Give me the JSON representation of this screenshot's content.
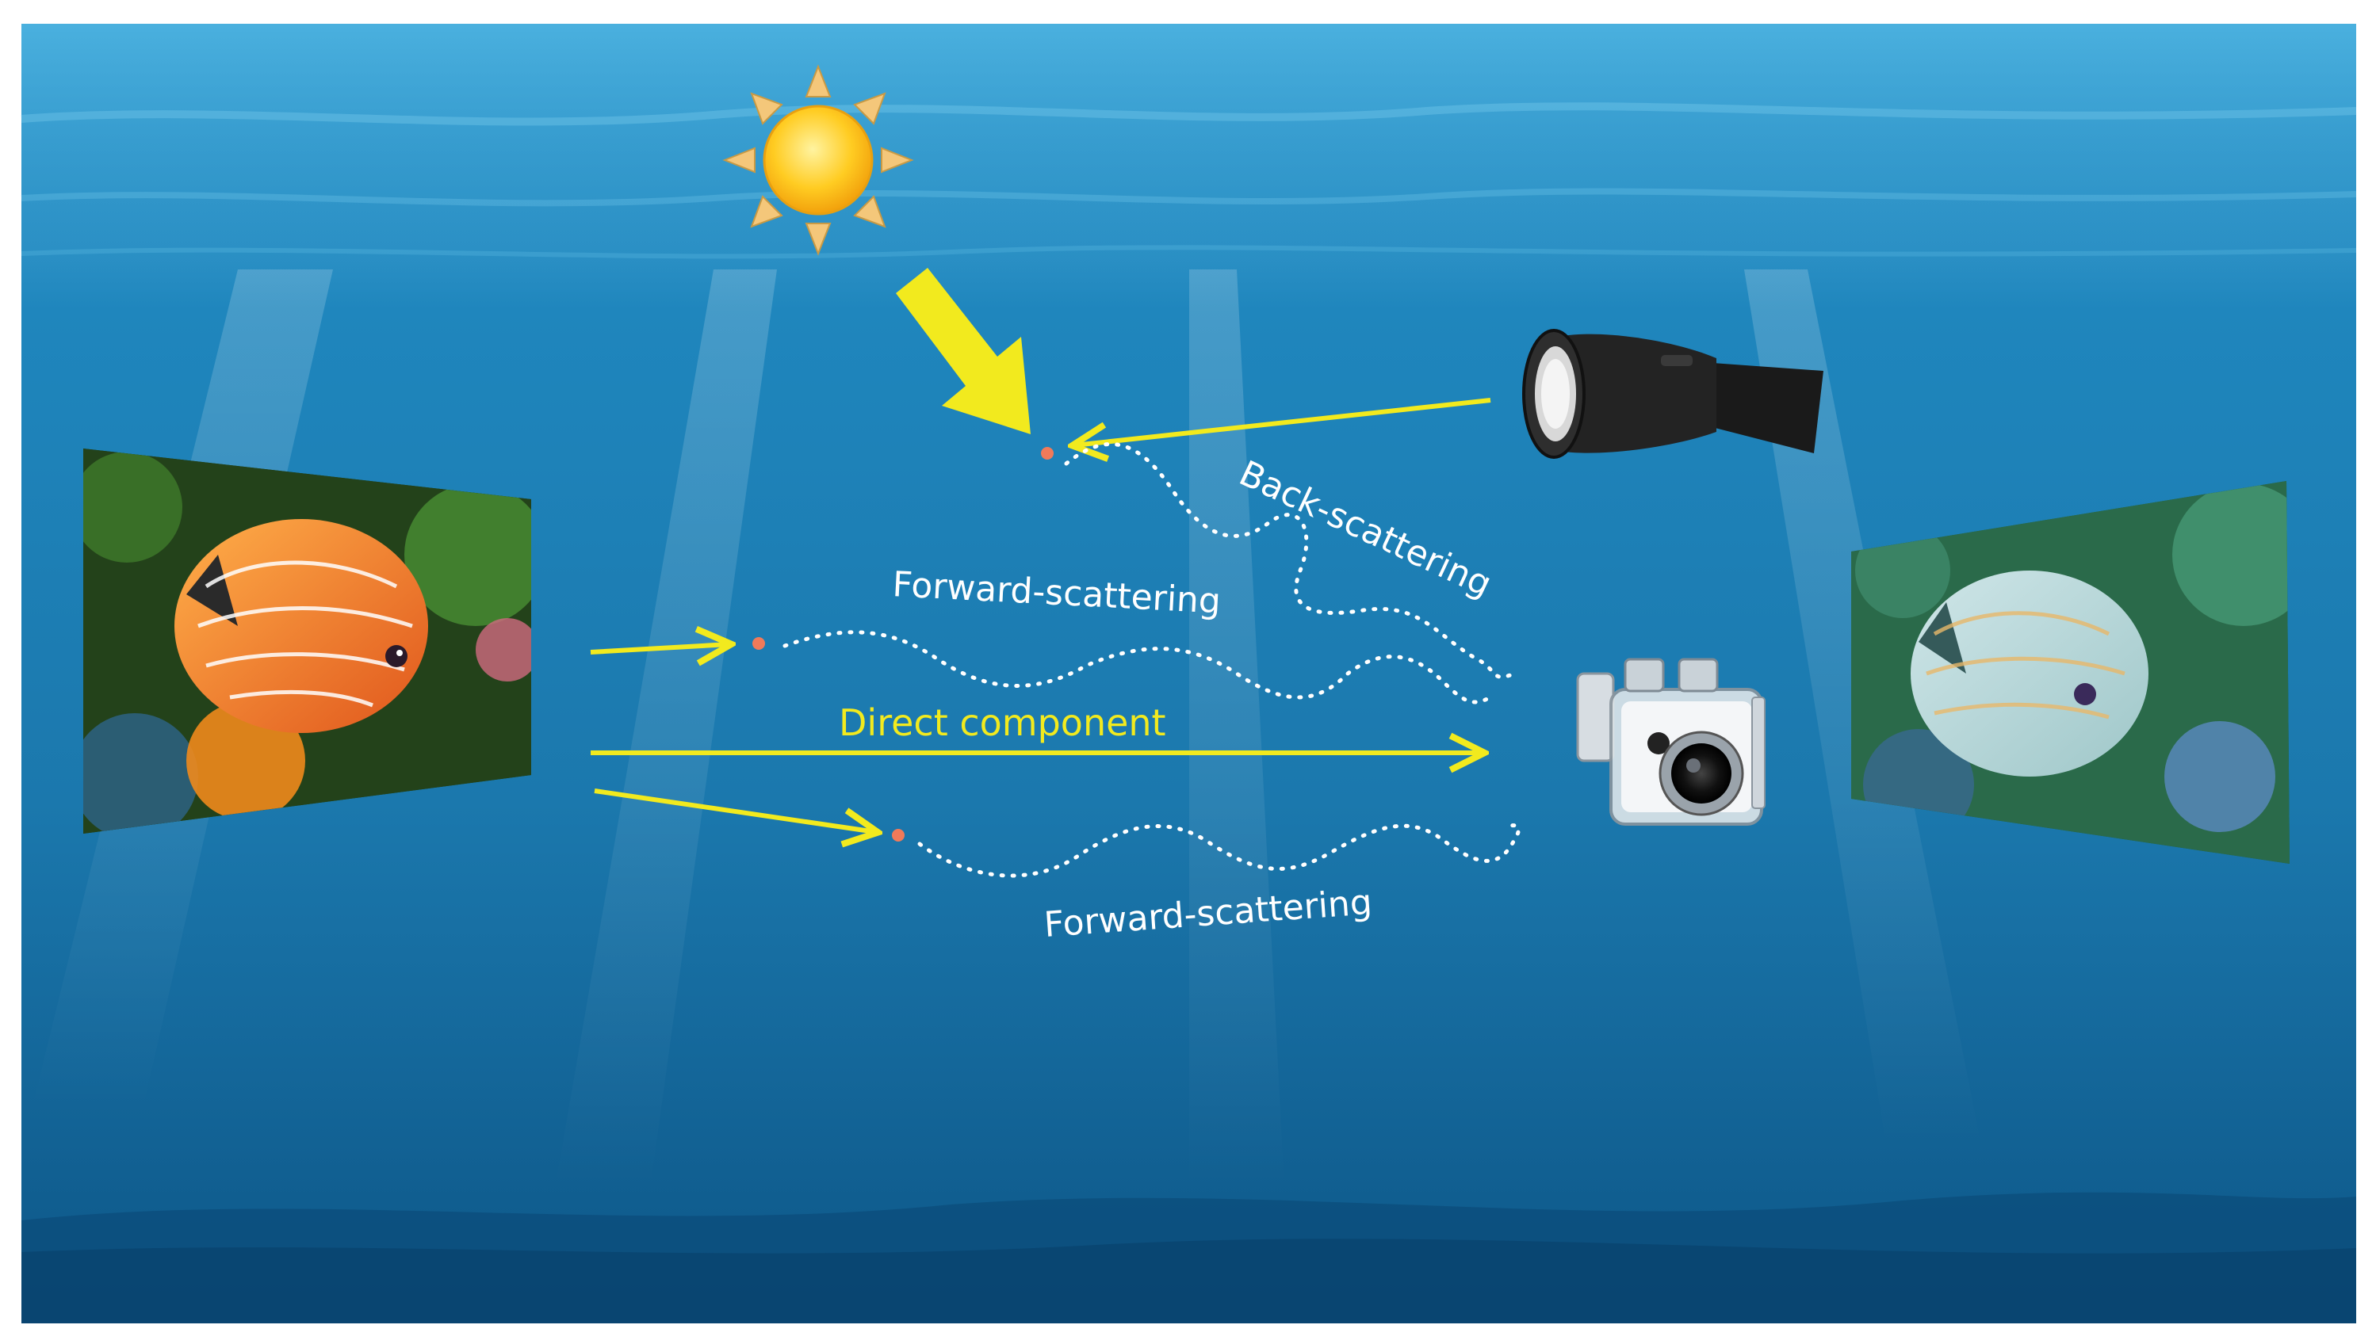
{
  "diagram": {
    "labels": {
      "back_scattering": "Back-scattering",
      "forward_scattering_top": "Forward-scattering",
      "direct_component": "Direct component",
      "forward_scattering_bottom": "Forward-scattering"
    },
    "colors": {
      "water_top": "#2a8fc4",
      "water_mid": "#1d7fb6",
      "water_bottom": "#0f5f93",
      "arrow": "#f2ea1e",
      "scatter_path": "#ffffff",
      "particle": "#f07a5a",
      "label_white": "#ffffff",
      "label_yellow": "#f2ea1e"
    },
    "icons": [
      "sun-icon",
      "flashlight-icon",
      "camera-icon",
      "fish-image-original",
      "fish-image-degraded"
    ]
  }
}
